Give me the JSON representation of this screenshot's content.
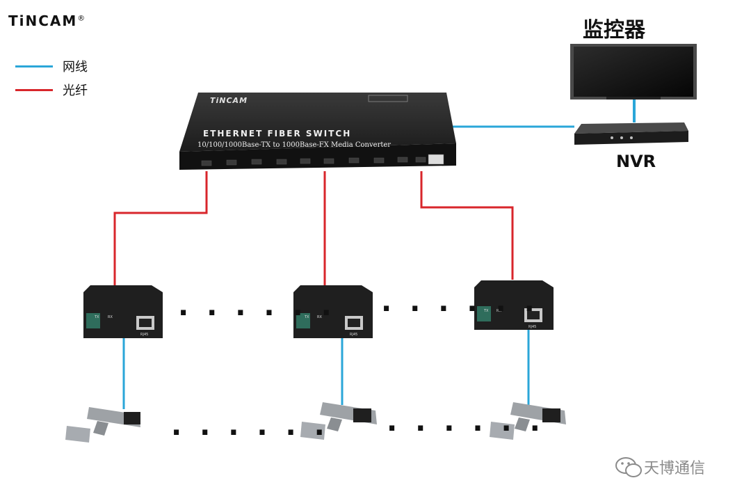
{
  "brand": {
    "name": "TiNCAM",
    "registered": "®"
  },
  "legend": [
    {
      "label": "网线",
      "color": "#2aa6d8"
    },
    {
      "label": "光纤",
      "color": "#d8262b"
    }
  ],
  "monitor": {
    "title": "监控器"
  },
  "nvr": {
    "label": "NVR"
  },
  "switch": {
    "brand": "TiNCAM",
    "title": "ETHERNET  FIBER  SWITCH",
    "subtitle": "10/100/1000Base-TX to 1000Base-FX Media Converter"
  },
  "converters": [
    {
      "tx": "TX",
      "rx": "RX",
      "port": "RJ45"
    },
    {
      "tx": "TX",
      "rx": "RX",
      "port": "RJ45"
    },
    {
      "tx": "TX",
      "rx": "RX",
      "port": "RJ45"
    }
  ],
  "ellipsis": ". . . . . .",
  "watermark": {
    "text": "天博通信"
  },
  "colors": {
    "network_cable": "#2aa6d8",
    "fiber": "#d8262b",
    "device": "#1b1b1b"
  }
}
